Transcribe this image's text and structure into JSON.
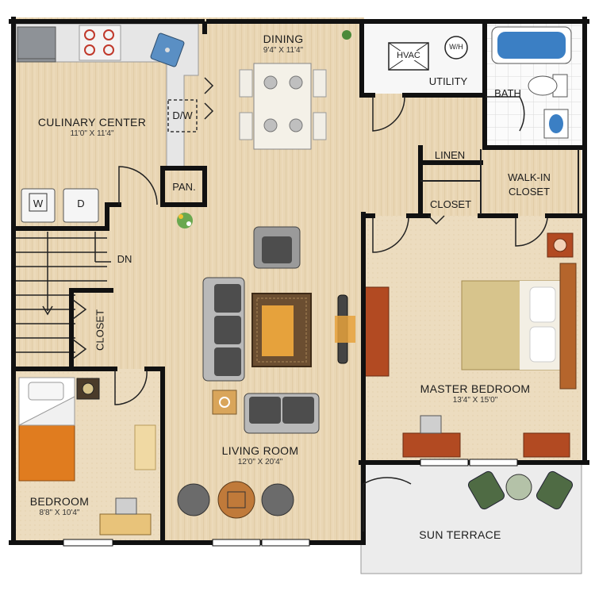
{
  "rooms": {
    "kitchen": {
      "name": "CULINARY CENTER",
      "dims": "11'0\" X 11'4\""
    },
    "dining": {
      "name": "DINING",
      "dims": "9'4\" X 11'4\""
    },
    "living": {
      "name": "LIVING ROOM",
      "dims": "12'0\" X 20'4\""
    },
    "master": {
      "name": "MASTER BEDROOM",
      "dims": "13'4\" X 15'0\""
    },
    "bedroom": {
      "name": "BEDROOM",
      "dims": "8'8\" X 10'4\""
    },
    "utility": {
      "name": "UTILITY"
    },
    "bath": {
      "name": "BATH"
    },
    "linen": {
      "name": "LINEN"
    },
    "walkin": {
      "name_line1": "WALK-IN",
      "name_line2": "CLOSET"
    },
    "closet_master": {
      "name": "CLOSET"
    },
    "closet_hall": {
      "name": "CLOSET"
    },
    "pantry": {
      "name": "PAN."
    },
    "terrace": {
      "name": "SUN TERRACE"
    }
  },
  "fixtures": {
    "dishwasher": "D/W",
    "washer": "W",
    "dryer": "D",
    "hvac": "HVAC",
    "water_heater": "W/H",
    "stairs_down": "DN"
  },
  "colors": {
    "wall": "#111111",
    "floor": "#e9d6b4",
    "carpet": "#eadcc0",
    "tile": "#ffffff",
    "counter": "#e4e4e4",
    "sofa": "#4d4d4d",
    "rug": "#6b4e31",
    "bed_cover": "#e07c1f",
    "wood": "#b24a22",
    "terrace": "#ececec"
  }
}
